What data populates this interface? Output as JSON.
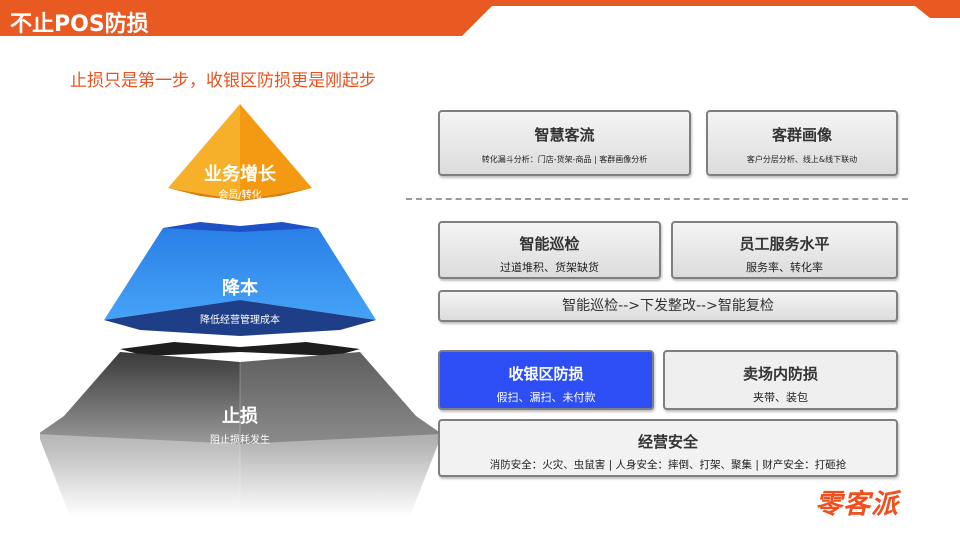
{
  "header": {
    "title": "不止POS防损",
    "bar_color": "#e95a23"
  },
  "subtitle": "止损只是第一步，收银区防损更是刚起步",
  "pyramid": {
    "top": {
      "title": "业务增长",
      "subtitle": "会员/转化",
      "color": "#f7a41a"
    },
    "middle": {
      "title": "降本",
      "subtitle": "降低经营管理成本",
      "color": "#3d94f2"
    },
    "bottom": {
      "title": "止损",
      "subtitle": "阻止损耗发生",
      "color": "#6e6e6e"
    }
  },
  "boxes": {
    "smart_flow": {
      "title": "智慧客流",
      "subtitle": "转化漏斗分析：门店-货架-商品 | 客群画像分析"
    },
    "customer_portrait": {
      "title": "客群画像",
      "subtitle": "客户分层分析、线上&线下联动"
    },
    "smart_patrol": {
      "title": "智能巡检",
      "subtitle": "过道堆积、货架缺货"
    },
    "staff_service": {
      "title": "员工服务水平",
      "subtitle": "服务率、转化率"
    },
    "patrol_flow": {
      "title": "智能巡检-->下发整改-->智能复检"
    },
    "checkout_loss": {
      "title": "收银区防损",
      "subtitle": "假扫、漏扫、未付款",
      "color": "#2d4ef5"
    },
    "store_loss": {
      "title": "卖场内防损",
      "subtitle": "夹带、装包"
    },
    "operation_safety": {
      "title": "经营安全",
      "subtitle": "消防安全：火灾、虫鼠害 | 人身安全：摔倒、打架、聚集 | 财产安全：打砸抢"
    }
  },
  "logo": {
    "text": "零客派",
    "color": "#f0501e"
  }
}
